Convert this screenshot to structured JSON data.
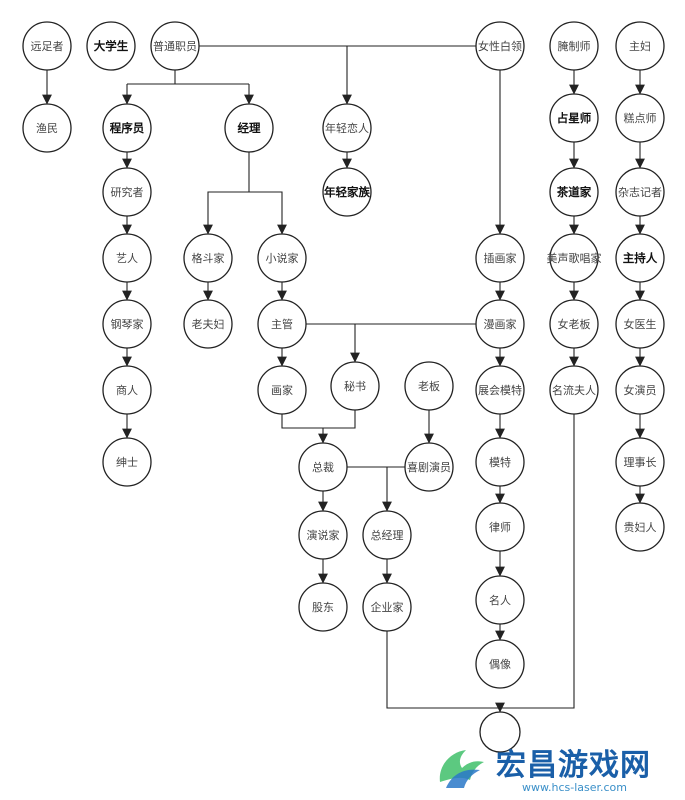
{
  "diagram": {
    "nodes": [
      {
        "id": "yuanzuzhe",
        "label": "远足者",
        "bold": false
      },
      {
        "id": "yumin",
        "label": "渔民",
        "bold": false
      },
      {
        "id": "daxuesheng",
        "label": "大学生",
        "bold": true
      },
      {
        "id": "putongzhiyuan",
        "label": "普通职员",
        "bold": false
      },
      {
        "id": "chengxuyuan",
        "label": "程序员",
        "bold": true
      },
      {
        "id": "jingli",
        "label": "经理",
        "bold": true
      },
      {
        "id": "nianqinglianren",
        "label": "年轻恋人",
        "bold": false
      },
      {
        "id": "nianqingjiazu",
        "label": "年轻家族",
        "bold": true
      },
      {
        "id": "yanjiuzhe",
        "label": "研究者",
        "bold": false
      },
      {
        "id": "yiren",
        "label": "艺人",
        "bold": false
      },
      {
        "id": "gangqinjia",
        "label": "钢琴家",
        "bold": false
      },
      {
        "id": "shangren",
        "label": "商人",
        "bold": false
      },
      {
        "id": "shenshi",
        "label": "绅士",
        "bold": false
      },
      {
        "id": "gedoujia",
        "label": "格斗家",
        "bold": false
      },
      {
        "id": "laofufu",
        "label": "老夫妇",
        "bold": false
      },
      {
        "id": "xiaoshuojia",
        "label": "小说家",
        "bold": false
      },
      {
        "id": "zhuguan",
        "label": "主管",
        "bold": false
      },
      {
        "id": "huajia",
        "label": "画家",
        "bold": false
      },
      {
        "id": "mishu",
        "label": "秘书",
        "bold": false
      },
      {
        "id": "laoban",
        "label": "老板",
        "bold": false
      },
      {
        "id": "zongcai",
        "label": "总裁",
        "bold": false
      },
      {
        "id": "xijuyanyuan",
        "label": "喜剧演员",
        "bold": false
      },
      {
        "id": "yanshuojia",
        "label": "演说家",
        "bold": false
      },
      {
        "id": "zongjingli",
        "label": "总经理",
        "bold": false
      },
      {
        "id": "gudong",
        "label": "股东",
        "bold": false
      },
      {
        "id": "qiyejia",
        "label": "企业家",
        "bold": false
      },
      {
        "id": "nvxingbailing",
        "label": "女性白领",
        "bold": false
      },
      {
        "id": "chahuajia",
        "label": "插画家",
        "bold": false
      },
      {
        "id": "manhuajia",
        "label": "漫画家",
        "bold": false
      },
      {
        "id": "zhanhuimote",
        "label": "展会模特",
        "bold": false
      },
      {
        "id": "mote",
        "label": "模特",
        "bold": false
      },
      {
        "id": "lvshi",
        "label": "律师",
        "bold": false
      },
      {
        "id": "mingren",
        "label": "名人",
        "bold": false
      },
      {
        "id": "ouxiang",
        "label": "偶像",
        "bold": false
      },
      {
        "id": "yanzhishi",
        "label": "腌制师",
        "bold": false
      },
      {
        "id": "zhanxingshi",
        "label": "占星师",
        "bold": true
      },
      {
        "id": "chadaojia",
        "label": "茶道家",
        "bold": true
      },
      {
        "id": "meishenggechangjia",
        "label": "美声歌唱家",
        "bold": false
      },
      {
        "id": "nvlaoban",
        "label": "女老板",
        "bold": false
      },
      {
        "id": "mingliufuren",
        "label": "名流夫人",
        "bold": false
      },
      {
        "id": "zhufu",
        "label": "主妇",
        "bold": false
      },
      {
        "id": "gaodianshi",
        "label": "糕点师",
        "bold": false
      },
      {
        "id": "zazhijizhe",
        "label": "杂志记者",
        "bold": false
      },
      {
        "id": "zhuchiren",
        "label": "主持人",
        "bold": true
      },
      {
        "id": "nvyisheng",
        "label": "女医生",
        "bold": false
      },
      {
        "id": "nvyanyuan",
        "label": "女演员",
        "bold": false
      },
      {
        "id": "lishizhang",
        "label": "理事长",
        "bold": false
      },
      {
        "id": "guifuren",
        "label": "贵妇人",
        "bold": false
      },
      {
        "id": "final",
        "label": "",
        "bold": false
      }
    ]
  },
  "watermark": {
    "title": "宏昌游戏网",
    "url": "www.hcs-laser.com",
    "colors": {
      "title": "#1a5fa8",
      "logo_green": "#3fbf6a",
      "logo_blue": "#2a78c8"
    }
  }
}
